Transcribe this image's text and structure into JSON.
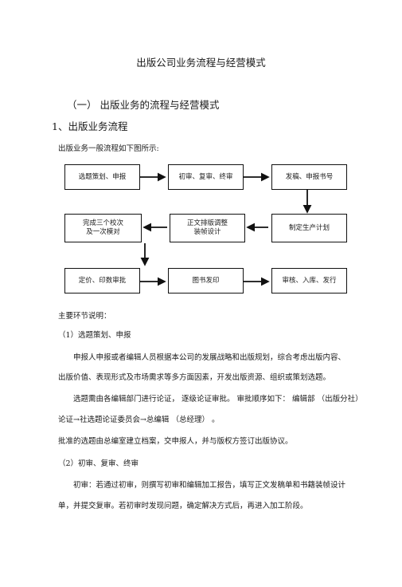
{
  "doc": {
    "title": "出版公司业务流程与经营模式",
    "section_heading": "（一） 出版业务的流程与经营模式",
    "subsection_heading": "1、出版业务流程",
    "intro": "出版业务一般流程如下图所示:",
    "flowchart": {
      "row1": [
        "选题策划、申报",
        "初审、复审、终审",
        "发稿、申报书号"
      ],
      "row2": [
        "完成三个校次\n及一次模对",
        "正文排版调整\n装帧设计",
        "制定生产计划"
      ],
      "row3": [
        "定价、印数审批",
        "图书发印",
        "审核、入库、发行"
      ]
    },
    "notes_heading": "主要环节说明：",
    "item1_heading": "（1）选题策划、申报",
    "item1_p1_line1": "申报人申报或者编辑人员根据本公司的发展战略和出版规划，综合考虑出版内容、",
    "item1_p1_line2": "出版价值、表现形式及市场需求等多方面因素，开发出版资源、组织或策划选题。",
    "item1_p2_line1": "选题需由各编辑部门进行论证，    逐级论证审批。 审批顺序如下：  编辑部  （出版分社）",
    "item1_p2_line2": "论证→社选题论证委员会→总编辑  （总经理）      。",
    "item1_p3": "批准的选题由总编室建立档案，交申报人，并与版权方签订出版协议。",
    "item2_heading": "（2）初审、复审、终审",
    "item2_p1_line1": "初审：若通过初审，则撰写初审和编辑加工报告，填写正文发稿单和书籍装帧设计",
    "item2_p1_line2": "单，并提交复审。若初审时发现问题，确定解决方式后，再进入加工阶段。"
  }
}
